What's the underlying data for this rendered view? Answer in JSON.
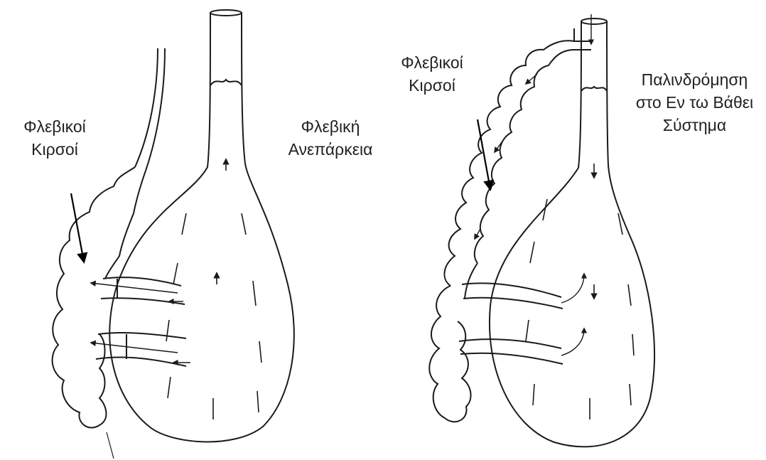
{
  "colors": {
    "background": "#ffffff",
    "line": "#1a1a1a",
    "text": "#222222"
  },
  "labels": {
    "left_varices": [
      "Φλεβικοί",
      "Κιρσοί"
    ],
    "insufficiency": [
      "Φλεβική",
      "Ανεπάρκεια"
    ],
    "right_varices": [
      "Φλεβικοί",
      "Κιρσοί"
    ],
    "reflux": [
      "Παλινδρόμηση",
      "στο Εν τω Βάθει",
      "Σύστημα"
    ]
  }
}
